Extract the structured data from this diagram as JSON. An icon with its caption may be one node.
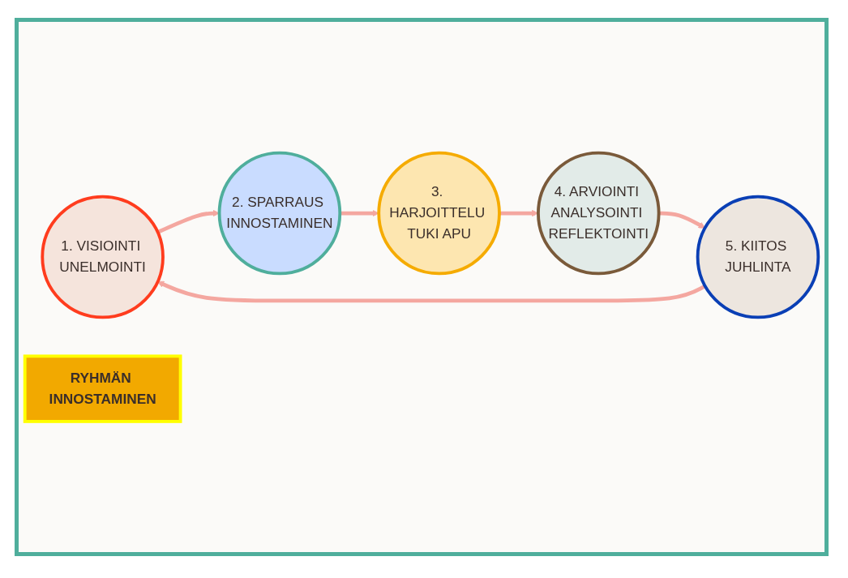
{
  "diagram": {
    "nodes": [
      {
        "text": [
          "1. VISIOINTI UNELMOINTI"
        ]
      },
      {
        "text": [
          "2. SPARRAUS INNOSTAMINEN"
        ]
      },
      {
        "text": [
          "3. HARJOITTELU TUKI APU"
        ]
      },
      {
        "text": [
          "4. ARVIOINTI ANALYSOINTI REFLEKTOINTI"
        ]
      },
      {
        "text": [
          "5. KIITOS JUHLINTA"
        ]
      },
      {
        "text": [
          "RYHMÄN INNOSTAMINEN"
        ]
      }
    ],
    "edges": [
      {
        "from": 0,
        "to": 1,
        "arrow": "to"
      },
      {
        "from": 1,
        "to": 2,
        "arrow": "to"
      },
      {
        "from": 2,
        "to": 3,
        "arrow": "to"
      },
      {
        "from": 3,
        "to": 4,
        "arrow": "to"
      },
      {
        "from": 4,
        "to": 0,
        "arrow": "to"
      }
    ]
  }
}
